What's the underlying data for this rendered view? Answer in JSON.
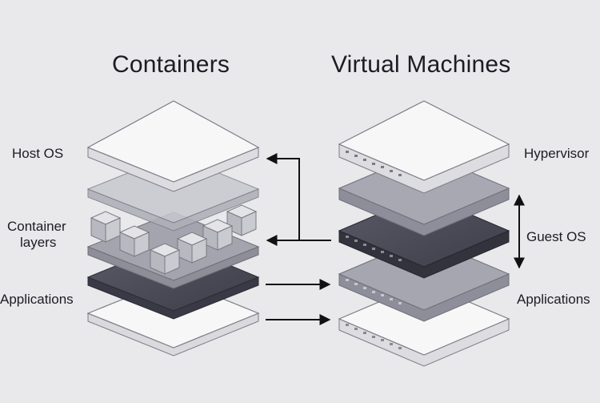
{
  "titles": {
    "containers": "Containers",
    "virtual_machines": "Virtual Machines"
  },
  "left_labels": {
    "host_os": "Host OS",
    "container_layers_line1": "Container",
    "container_layers_line2": "layers",
    "applications": "Applications"
  },
  "right_labels": {
    "hypervisor": "Hypervisor",
    "guest_os": "Guest OS",
    "applications": "Applications"
  },
  "colors": {
    "background": "#e9e9ec",
    "light_layer": "#f7f7f8",
    "mid_layer": "#b9b9c2",
    "dark_layer": "#4a4a58",
    "container_layer": "#a0a0aa",
    "arrow": "#111111"
  }
}
